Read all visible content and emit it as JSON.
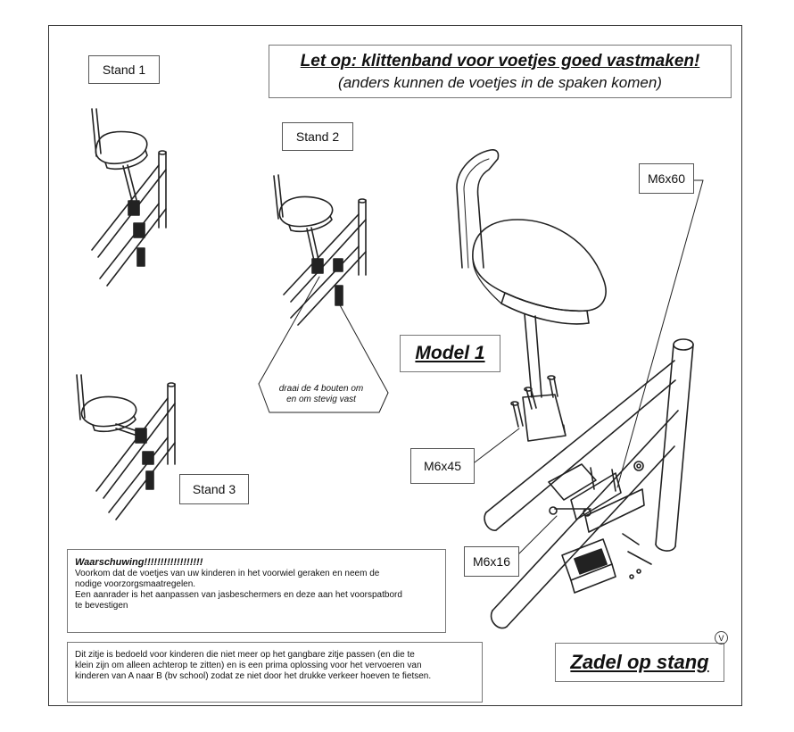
{
  "notice": {
    "line1": "Let op: klittenband voor voetjes goed vastmaken!",
    "line2": "(anders kunnen de voetjes in de spaken komen)"
  },
  "labels": {
    "stand1": "Stand 1",
    "stand2": "Stand 2",
    "stand3": "Stand 3",
    "model1": "Model 1",
    "bolt_m6x60": "M6x60",
    "bolt_m6x45": "M6x45",
    "bolt_m6x16": "M6x16",
    "zadel": "Zadel op stang",
    "zadel_mark": "V"
  },
  "tip": {
    "line1": "draai de 4 bouten om",
    "line2": "en om stevig vast"
  },
  "warning": {
    "title": "Waarschuwing!!!!!!!!!!!!!!!!!!",
    "line1": "Voorkom dat de voetjes van uw kinderen in het voorwiel geraken en neem de",
    "line2": "nodige voorzorgsmaatregelen.",
    "line3": "Een aanrader is het aanpassen van jasbeschermers en deze aan het voorspatbord",
    "line4": "te bevestigen"
  },
  "info": {
    "line1": "Dit zitje is bedoeld voor kinderen die niet meer op het gangbare zitje passen (en die te",
    "line2": "klein zijn om alleen achterop te zitten) en is een prima oplossing voor het vervoeren van",
    "line3": "kinderen van A naar B (bv school) zodat ze niet door het drukke verkeer hoeven te fietsen."
  }
}
